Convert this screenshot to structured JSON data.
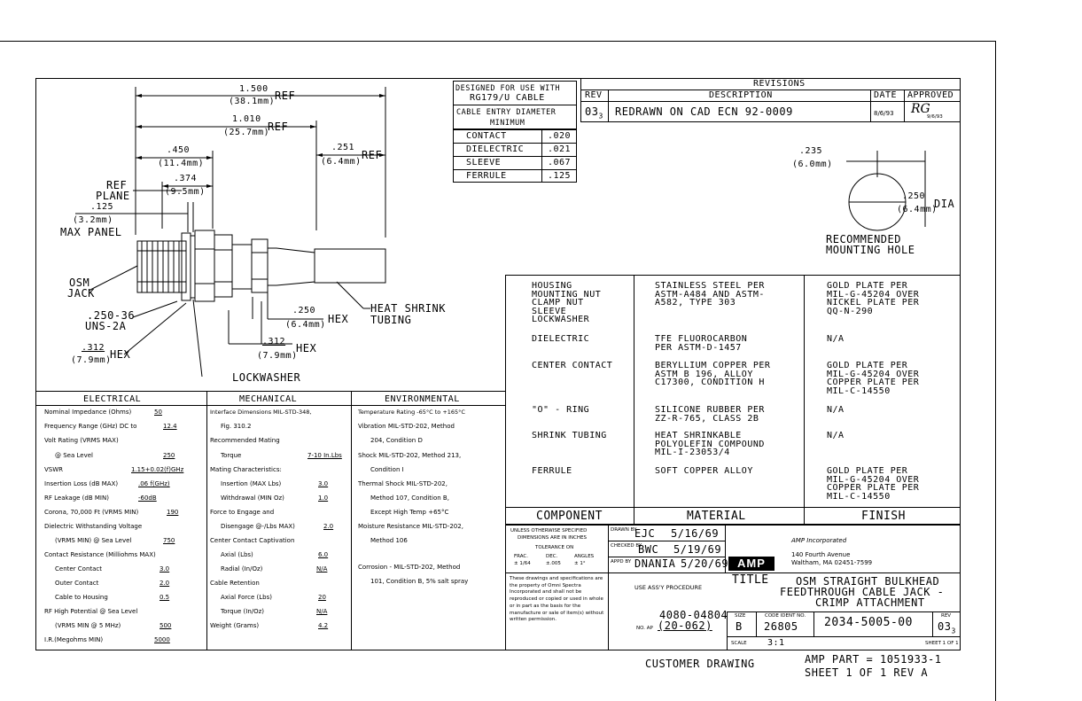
{
  "drawing": {
    "dim_1500": [
      "1.500",
      "(38.1mm)",
      "REF"
    ],
    "dim_1010": [
      "1.010",
      "(25.7mm)",
      "REF"
    ],
    "dim_450": [
      ".450",
      "(11.4mm)"
    ],
    "dim_374": [
      ".374",
      "(9.5mm)"
    ],
    "dim_251": [
      ".251",
      "(6.4mm)",
      "REF"
    ],
    "ref_plane": [
      "REF",
      "PLANE"
    ],
    "dim_125": [
      ".125",
      "(3.2mm)",
      "MAX PANEL"
    ],
    "osm_jack": [
      "OSM",
      "JACK"
    ],
    "thread": [
      ".250-36",
      "UNS-2A"
    ],
    "dim_312_left": [
      ".312",
      "(7.9mm)",
      "HEX"
    ],
    "dim_312_mid": [
      ".312",
      "(7.9mm)",
      "HEX"
    ],
    "dim_250_hex": [
      ".250",
      "(6.4mm)",
      "HEX"
    ],
    "heat_shrink": [
      "HEAT SHRINK",
      "TUBING"
    ],
    "lockwasher": "LOCKWASHER"
  },
  "cable": {
    "designed_for": [
      "DESIGNED FOR USE WITH",
      "RG179/U CABLE"
    ],
    "entry_title": [
      "CABLE ENTRY DIAMETER",
      "MINIMUM"
    ],
    "rows": [
      {
        "name": "CONTACT",
        "value": ".020"
      },
      {
        "name": "DIELECTRIC",
        "value": ".021"
      },
      {
        "name": "SLEEVE",
        "value": ".067"
      },
      {
        "name": "FERRULE",
        "value": ".125"
      }
    ]
  },
  "revisions": {
    "title": "REVISIONS",
    "headers": {
      "rev": "REV",
      "description": "DESCRIPTION",
      "date": "DATE",
      "approved": "APPROVED"
    },
    "row": {
      "rev": "03",
      "rev_sub": "3",
      "description": "REDRAWN ON CAD ECN 92-0009",
      "date": "8/6/93",
      "approved": "RG"
    },
    "approved_sub": "9/6/93"
  },
  "mounting": {
    "dim_235": [
      ".235",
      "(6.0mm)"
    ],
    "dim_250": [
      ".250",
      "(6.4mm)",
      "DIA"
    ],
    "label": [
      "RECOMMENDED",
      "MOUNTING HOLE"
    ]
  },
  "materials": {
    "rows": [
      {
        "component": "HOUSING\nMOUNTING NUT\nCLAMP NUT\nSLEEVE\nLOCKWASHER",
        "material": "STAINLESS STEEL PER\nASTM-A484 AND ASTM-\nA582, TYPE 303",
        "finish": "GOLD PLATE PER\nMIL-G-45204 OVER\nNICKEL PLATE PER\nQQ-N-290"
      },
      {
        "component": "DIELECTRIC",
        "material": "TFE FLUOROCARBON\nPER ASTM-D-1457",
        "finish": "N/A"
      },
      {
        "component": "CENTER CONTACT",
        "material": "BERYLLIUM COPPER PER\nASTM B 196, ALLOY\nC17300, CONDITION H",
        "finish": "GOLD PLATE PER\nMIL-G-45204 OVER\nCOPPER PLATE PER\nMIL-C-14550"
      },
      {
        "component": "\"O\" - RING",
        "material": "SILICONE RUBBER PER\nZZ-R-765, CLASS 2B",
        "finish": "N/A"
      },
      {
        "component": "SHRINK TUBING",
        "material": "HEAT SHRINKABLE\nPOLYOLEFIN COMPOUND\nMIL-I-23053/4",
        "finish": "N/A"
      },
      {
        "component": "FERRULE",
        "material": "SOFT COPPER ALLOY",
        "finish": "GOLD PLATE PER\nMIL-G-45204 OVER\nCOPPER PLATE PER\nMIL-C-14550"
      }
    ],
    "footer": {
      "component": "COMPONENT",
      "material": "MATERIAL",
      "finish": "FINISH"
    }
  },
  "electrical": {
    "title": "ELECTRICAL",
    "rows": [
      {
        "label": "Nominal Impedance (Ohms)",
        "value": "50"
      },
      {
        "label": "Frequency Range (GHz) DC to",
        "value": "12.4"
      },
      {
        "label": "Volt Rating (VRMS MAX)",
        "value": ""
      },
      {
        "label": "@ Sea Level",
        "value": "250",
        "indent": true
      },
      {
        "label": "VSWR",
        "value": "1.15+0.02(f)GHz"
      },
      {
        "label": "Insertion Loss (dB MAX)",
        "value": ".06  f(GHz)"
      },
      {
        "label": "RF Leakage (dB MIN)",
        "value": "-60dB"
      },
      {
        "label": "Corona, 70,000 Ft (VRMS MIN)",
        "value": "190"
      },
      {
        "label": "Dielectric Withstanding Voltage",
        "value": ""
      },
      {
        "label": "(VRMS MIN) @ Sea Level",
        "value": "750",
        "indent": true
      },
      {
        "label": "Contact Resistance (Milliohms MAX)",
        "value": ""
      },
      {
        "label": "Center Contact",
        "value": "3.0",
        "indent": true
      },
      {
        "label": "Outer Contact",
        "value": "2.0",
        "indent": true
      },
      {
        "label": "Cable to Housing",
        "value": "0.5",
        "indent": true
      },
      {
        "label": "RF High Potential @ Sea Level",
        "value": ""
      },
      {
        "label": "(VRMS MIN @ 5 MHz)",
        "value": "500",
        "indent": true
      },
      {
        "label": "I.R.(Megohms MIN)",
        "value": "5000"
      }
    ]
  },
  "mechanical": {
    "title": "MECHANICAL",
    "rows": [
      {
        "label": "Interface Dimensions MIL-STD-348,",
        "value": ""
      },
      {
        "label": "Fig. 310.2",
        "value": "",
        "indent": true
      },
      {
        "label": "Recommended Mating",
        "value": ""
      },
      {
        "label": "Torque",
        "value": "7-10 In.Lbs",
        "indent": true
      },
      {
        "label": "Mating Characteristics:",
        "value": ""
      },
      {
        "label": "Insertion (MAX Lbs)",
        "value": "3.0",
        "indent": true
      },
      {
        "label": "Withdrawal (MIN Oz)",
        "value": "1.0",
        "indent": true
      },
      {
        "label": "Force to Engage and",
        "value": ""
      },
      {
        "label": "Disengage @-/Lbs MAX)",
        "value": "2.0",
        "indent": true
      },
      {
        "label": "Center Contact Captivation",
        "value": ""
      },
      {
        "label": "Axial (Lbs)",
        "value": "6.0",
        "indent": true
      },
      {
        "label": "Radial (In/Oz)",
        "value": "N/A",
        "indent": true
      },
      {
        "label": "Cable Retention",
        "value": ""
      },
      {
        "label": "Axial Force (Lbs)",
        "value": "20",
        "indent": true
      },
      {
        "label": "Torque (In/Oz)",
        "value": "N/A",
        "indent": true
      },
      {
        "label": "Weight (Grams)",
        "value": "4.2"
      }
    ]
  },
  "environmental": {
    "title": "ENVIRONMENTAL",
    "lines": [
      "Temperature Rating -65°C to +165°C",
      "Vibration MIL-STD-202, Method",
      "204, Condition D",
      "Shock MIL-STD-202, Method 213,",
      "Condition I",
      "Thermal Shock MIL-STD-202,",
      "Method 107, Condition B,",
      "Except High Temp +65°C",
      "Moisture Resistance MIL-STD-202,",
      "Method 106",
      "",
      "Corrosion - MIL-STD-202, Method",
      "101, Condition B, 5% salt spray"
    ]
  },
  "titleblock": {
    "tolerance": [
      "UNLESS OTHERWISE SPECIFIED",
      "DIMENSIONS ARE IN INCHES",
      "TOLERANCE ON"
    ],
    "tol_headers": [
      "FRAC.",
      "DEC.",
      "ANGLES"
    ],
    "tol_values": [
      "± 1/64",
      "±.005",
      "± 1°"
    ],
    "drawn_label": "DRAWN BY",
    "drawn": "EJC",
    "drawn_date": "5/16/69",
    "checked_label": "CHECKED BY",
    "checked": "BWC",
    "checked_date": "5/19/69",
    "approved_label": "APPD BY",
    "approved": "DNANIA",
    "approved_date": "5/20/69",
    "logo": "AMP",
    "company": [
      "AMP Incorporated",
      "140 Fourth Avenue",
      "Waltham, MA 02451-7599"
    ],
    "notice": "These drawings and specifications are the property of Omni Spectra Incorporated and shall not be reproduced or copied or used in whole or in part as the basis for the manufacture or sale of item(s) without written permission.",
    "use_assy": "USE ASS'Y PROCEDURE",
    "proc_no": "4080-04804",
    "no_ap_label": "NO. AP",
    "no_ap": "(20-062)",
    "title_label": "TITLE",
    "title": [
      "OSM STRAIGHT BULKHEAD",
      "FEEDTHROUGH CABLE JACK -",
      "CRIMP ATTACHMENT"
    ],
    "size_label": "SIZE",
    "size": "B",
    "code_label": "CODE IDENT NO.",
    "code": "26805",
    "dwg_no": "2034-5005-00",
    "rev_label": "REV",
    "rev": "03",
    "rev_sub": "3",
    "scale_label": "SCALE",
    "scale": "3:1",
    "sheet": "SHEET 1 OF 1"
  },
  "footer": {
    "customer": "CUSTOMER DRAWING",
    "part": "AMP PART = 1051933-1",
    "sheet": "SHEET 1 OF 1  REV A"
  }
}
